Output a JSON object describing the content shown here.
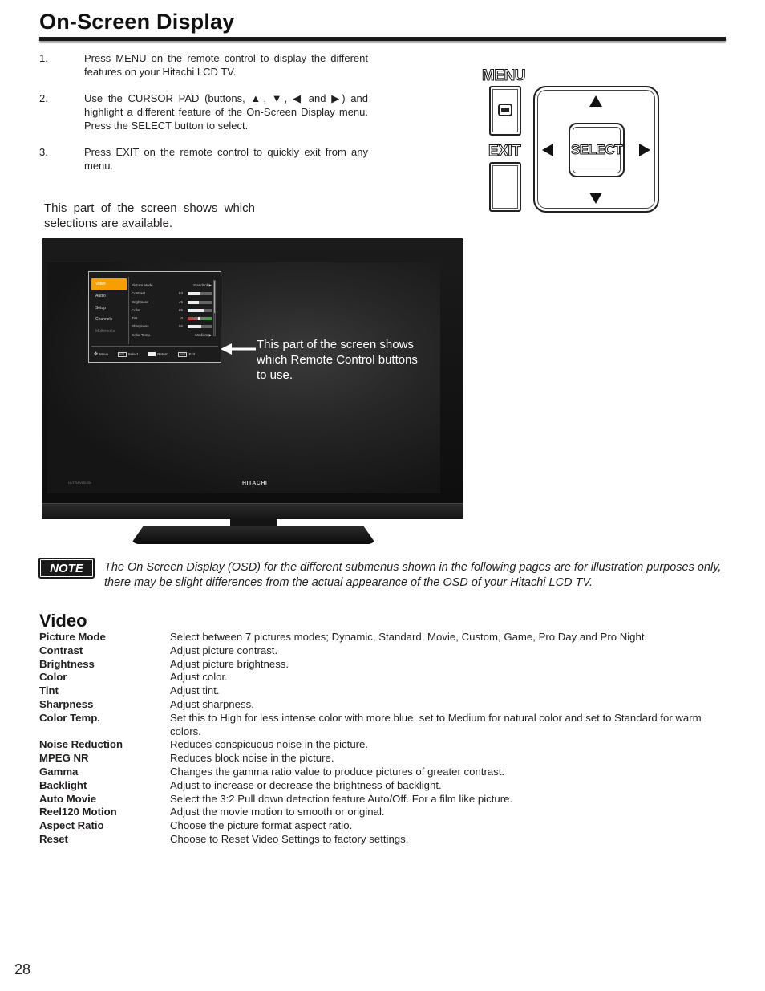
{
  "header": {
    "title": "On-Screen Display"
  },
  "steps": [
    {
      "num": "1.",
      "text": "Press MENU on the remote control to display the different features on your Hitachi LCD TV."
    },
    {
      "num": "2.",
      "text_before": "Use the CURSOR PAD (buttons, ",
      "and_word": "and",
      "text_after": ") and highlight a different feature of the On-Screen Display menu. Press the SELECT button to select."
    },
    {
      "num": "3.",
      "text": "Press EXIT on the remote control to quickly exit from any menu."
    }
  ],
  "remote": {
    "menu_label": "MENU",
    "exit_label": "EXIT",
    "select_label": "SELECT"
  },
  "callouts": {
    "top": "This part of the screen shows which selections are available.",
    "right": "This part of the screen shows which Remote Control buttons to use."
  },
  "tv": {
    "brand": "HITACHI",
    "tagline": "ULTRAVISION"
  },
  "osd": {
    "categories": [
      "Video",
      "Audio",
      "Setup",
      "Channels",
      "Multimedia"
    ],
    "rows": [
      {
        "label": "Picture Mode",
        "value": "",
        "selection": "Standard ▶"
      },
      {
        "label": "Contrast",
        "value": "53",
        "level": 0.53
      },
      {
        "label": "Brightness",
        "value": "45",
        "level": 0.45
      },
      {
        "label": "Color",
        "value": "65",
        "level": 0.65
      },
      {
        "label": "Tint",
        "value": "0",
        "level": 0.5
      },
      {
        "label": "Sharpness",
        "value": "56",
        "level": 0.56
      },
      {
        "label": "Color Temp.",
        "value": "",
        "selection": "Medium ▶"
      }
    ],
    "footer": {
      "move": "Move",
      "sel_key": "SEL",
      "select": "Select",
      "return": "Return",
      "exit_key": "EXIT",
      "exit": "Exit"
    }
  },
  "note": {
    "badge": "NOTE",
    "text": "The On Screen Display (OSD) for the different submenus shown in the following pages are for illustration purposes only, there may be slight differences from the actual appearance of the OSD of your Hitachi LCD TV."
  },
  "video": {
    "title": "Video",
    "items": [
      {
        "term": "Picture Mode",
        "desc": "Select between 7 pictures modes; Dynamic, Standard, Movie, Custom, Game, Pro Day and Pro Night."
      },
      {
        "term": "Contrast",
        "desc": "Adjust picture contrast."
      },
      {
        "term": "Brightness",
        "desc": "Adjust picture brightness."
      },
      {
        "term": "Color",
        "desc": "Adjust color."
      },
      {
        "term": "Tint",
        "desc": "Adjust tint."
      },
      {
        "term": "Sharpness",
        "desc": "Adjust sharpness."
      },
      {
        "term": "Color Temp.",
        "desc": "Set this to High for less intense color with more blue, set to Medium for natural color and set to Standard for warm colors."
      },
      {
        "term": "Noise Reduction",
        "desc": "Reduces conspicuous noise in the picture."
      },
      {
        "term": "MPEG NR",
        "desc": "Reduces block noise in the picture."
      },
      {
        "term": "Gamma",
        "desc": "Changes the gamma ratio value to produce pictures of greater contrast."
      },
      {
        "term": "Backlight",
        "desc": "Adjust to increase or decrease the brightness of backlight."
      },
      {
        "term": "Auto Movie",
        "desc": "Select the 3:2 Pull down detection feature Auto/Off. For a film like picture."
      },
      {
        "term": "Reel120 Motion",
        "desc": "Adjust the movie motion to smooth or original."
      },
      {
        "term": "Aspect Ratio",
        "desc": "Choose the picture format aspect ratio."
      },
      {
        "term": "Reset",
        "desc": "Choose to Reset Video Settings to factory settings."
      }
    ]
  },
  "footer": {
    "page_number": "28"
  }
}
